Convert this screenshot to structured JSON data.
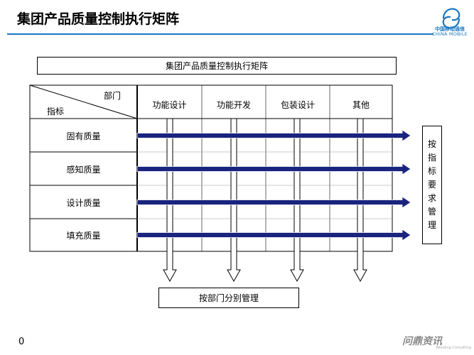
{
  "slide": {
    "title": "集团产品质量控制执行矩阵",
    "page_number": "0"
  },
  "logo": {
    "cn": "中国移动通信",
    "en": "CHINA MOBILE"
  },
  "matrix": {
    "title": "集团产品质量控制执行矩阵",
    "corner_top": "部门",
    "corner_bottom": "指标",
    "columns": [
      "功能设计",
      "功能开发",
      "包装设计",
      "其他"
    ],
    "rows": [
      "固有质量",
      "感知质量",
      "设计质量",
      "填充质量"
    ]
  },
  "side_label": [
    "按",
    "指",
    "标",
    "要",
    "求",
    "管",
    "理"
  ],
  "bottom_label": "按部门分别管理",
  "watermark": {
    "brand": "问鼎资讯",
    "sub": "Wending Consulting"
  },
  "colors": {
    "accent_blue": "#1a78c2",
    "arrow_navy": "#1a237e",
    "grid_gray": "#999999"
  }
}
